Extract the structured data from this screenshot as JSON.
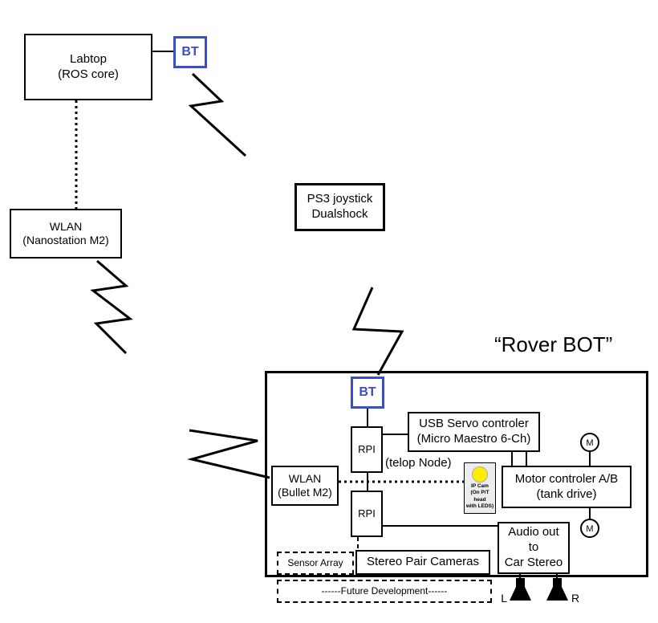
{
  "title": "“Rover BOT”",
  "colors": {
    "bt_blue": "#3a4fc1",
    "ipcam_yellow": "#ffee00",
    "line_black": "#000000"
  },
  "nodes": {
    "labtop": {
      "line1": "Labtop",
      "line2": "(ROS core)"
    },
    "bt_top": {
      "label": "BT"
    },
    "wlan_nano": {
      "line1": "WLAN",
      "line2": "(Nanostation M2)"
    },
    "ps3": {
      "line1": "PS3 joystick",
      "line2": "Dualshock"
    },
    "bt_rover": {
      "label": "BT"
    },
    "rpi_top": {
      "label": "RPI"
    },
    "usb_servo": {
      "line1": "USB Servo controler",
      "line2": "(Micro Maestro 6-Ch)"
    },
    "telop": {
      "label": "(telop Node)"
    },
    "wlan_bullet": {
      "line1": "WLAN",
      "line2": "(Bullet M2)"
    },
    "rpi_bottom": {
      "label": "RPI"
    },
    "ip_cam": {
      "line1": "IP Cam",
      "line2": "(On P/T head",
      "line3": "with LEDS)"
    },
    "motor_ctrl": {
      "line1": "Motor controler A/B",
      "line2": "(tank drive)"
    },
    "motor_top": {
      "label": "M"
    },
    "motor_bottom": {
      "label": "M"
    },
    "audio_out": {
      "line1": "Audio out",
      "line2": "to",
      "line3": "Car Stereo"
    },
    "sensor_array": {
      "label": "Sensor Array"
    },
    "stereo_cameras": {
      "label": "Stereo Pair Cameras"
    },
    "future_dev": {
      "label": "------Future Development------"
    },
    "speaker_left": {
      "label": "L"
    },
    "speaker_right": {
      "label": "R"
    }
  }
}
